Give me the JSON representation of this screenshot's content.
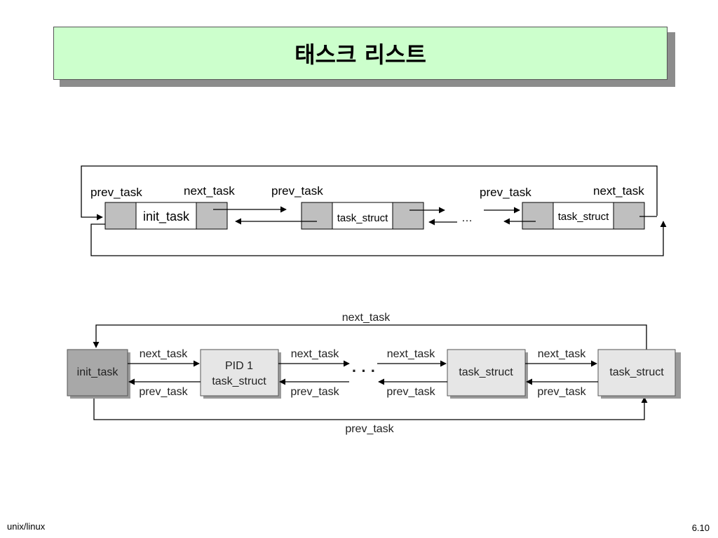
{
  "title": "태스크 리스트",
  "diagram1": {
    "labels": {
      "prev_task_1": "prev_task",
      "next_task_1": "next_task",
      "prev_task_2": "prev_task",
      "prev_task_3": "prev_task",
      "next_task_3": "next_task"
    },
    "nodes": [
      "init_task",
      "task_struct",
      "task_struct"
    ],
    "ellipsis": "…"
  },
  "diagram2": {
    "nodes": [
      "init_task",
      "PID 1",
      "task_struct",
      "task_struct",
      "task_struct"
    ],
    "top_label": "next_task",
    "bottom_label": "prev_task",
    "forward_label": "next_task",
    "backward_label": "prev_task",
    "ellipsis": "· · ·"
  },
  "footer": {
    "left": "unix/linux",
    "right": "6.10"
  },
  "colors": {
    "title_bg": "#ccffcc",
    "node_gray": "#bfbfbf",
    "node_light": "#e6e6e6",
    "node_dark": "#a8a8a8"
  }
}
